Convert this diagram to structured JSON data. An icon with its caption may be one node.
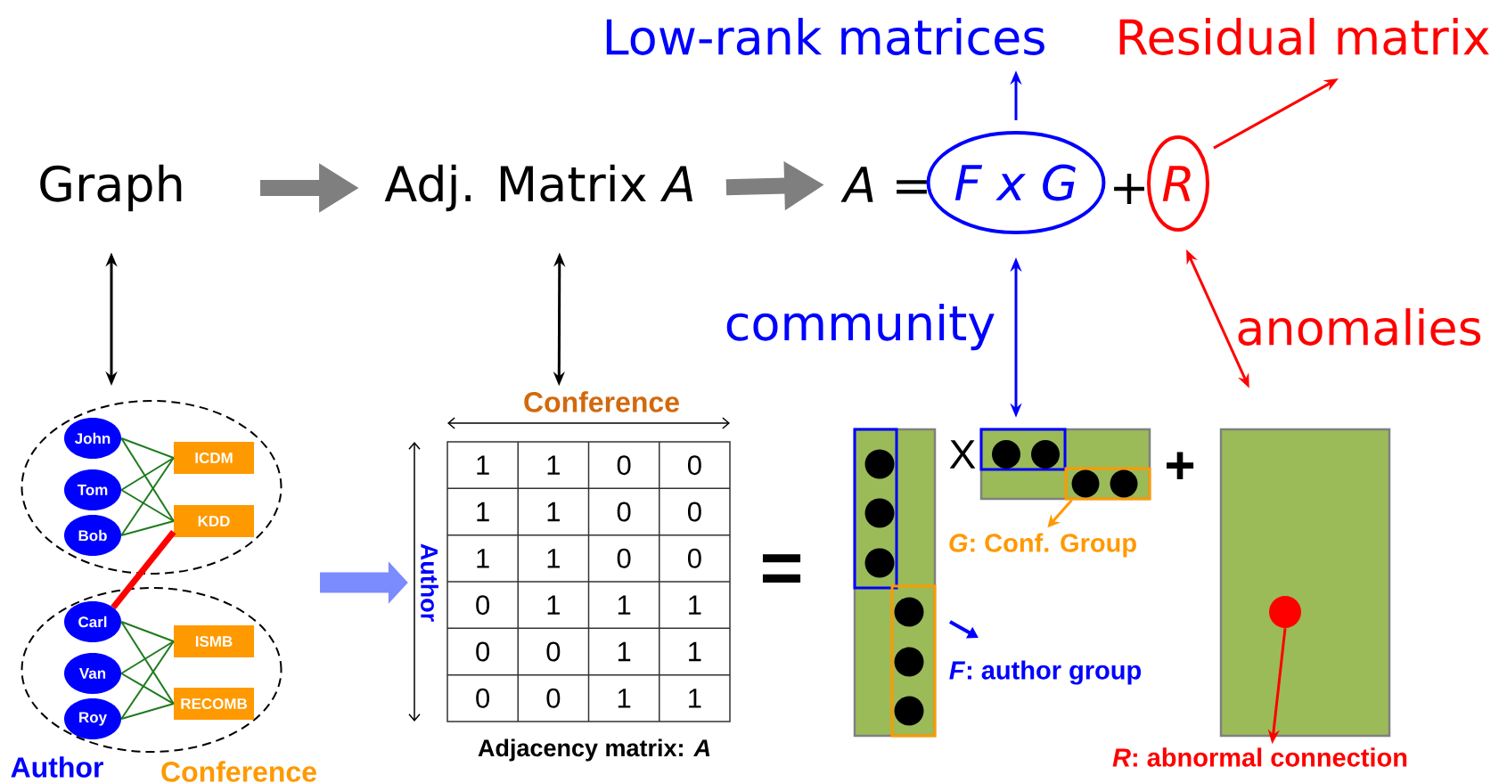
{
  "diagram": {
    "nodes": [
      {
        "text": [
          "Graph"
        ]
      },
      {
        "text": [
          "Adj. Matrix *A*"
        ]
      },
      {
        "text": [
          "A ="
        ]
      },
      {
        "text": [
          "F x G"
        ]
      },
      {
        "text": [
          "R"
        ]
      },
      {
        "text": [
          "Low-rank matrices"
        ]
      },
      {
        "text": [
          "Residual matrix"
        ]
      },
      {
        "text": [],
        "shape": "ellipse"
      },
      {
        "text": [
          "John"
        ],
        "in": 7
      },
      {
        "text": [
          "Tom"
        ],
        "in": 7
      },
      {
        "text": [
          "Bob"
        ],
        "in": 7
      },
      {
        "text": [
          "ICDM"
        ],
        "in": 7
      },
      {
        "text": [
          "KDD"
        ],
        "in": 7
      },
      {
        "text": [],
        "shape": "ellipse"
      },
      {
        "text": [
          "Carl"
        ],
        "in": 13
      },
      {
        "text": [
          "Van"
        ],
        "in": 13
      },
      {
        "text": [
          "Roy"
        ],
        "in": 13
      },
      {
        "text": [
          "ISMB"
        ],
        "in": 13
      },
      {
        "text": [
          "RECOMB"
        ],
        "in": 13
      },
      {
        "text": [],
        "shape": "box",
        "beside": [
          "Conference",
          "Adjacency matrix: *A*"
        ]
      },
      {
        "text": [],
        "shape": "box"
      },
      {
        "text": [],
        "shape": "box",
        "in": 20
      },
      {
        "text": [],
        "shape": "box",
        "in": 20
      },
      {
        "text": [],
        "shape": "box"
      },
      {
        "text": [],
        "shape": "box",
        "in": 23
      },
      {
        "text": [],
        "shape": "box",
        "in": 23
      },
      {
        "text": [
          "*G*: Conf. Group"
        ]
      },
      {
        "text": [
          "*F*: author group"
        ]
      },
      {
        "text": [],
        "shape": "box"
      },
      {
        "text": [],
        "shape": "circle",
        "in": 28
      },
      {
        "text": [
          "*R*: abnormal connection"
        ]
      },
      {
        "text": [
          "Author"
        ]
      }
    ],
    "edges": [
      {
        "from": 0,
        "to": 1,
        "arrow": "to",
        "style": "thick",
        "color": "#7f7f7f"
      },
      {
        "from": 1,
        "to": 2,
        "arrow": "to",
        "style": "thick",
        "color": "#7f7f7f"
      },
      {
        "from": 3,
        "to": 5,
        "arrow": "to",
        "color": "#0000ff"
      },
      {
        "from": 4,
        "to": 6,
        "arrow": "to",
        "color": "#ff0000"
      },
      {
        "from": 3,
        "to": 23,
        "arrow": "both",
        "label": "community",
        "color": "#0000ff"
      },
      {
        "from": 4,
        "to": 28,
        "arrow": "both",
        "label": "anomalies",
        "color": "#ff0000"
      },
      {
        "from": 0,
        "to": 7,
        "arrow": "both",
        "color": "#000000"
      },
      {
        "from": 1,
        "to": 19,
        "arrow": "both",
        "color": "#000000"
      },
      {
        "from": null,
        "to": 31,
        "arrow": "to",
        "style": "thick",
        "color": "#7b8cff"
      },
      {
        "from": 8,
        "to": 11,
        "arrow": "none"
      },
      {
        "from": 8,
        "to": 12,
        "arrow": "none"
      },
      {
        "from": 9,
        "to": 11,
        "arrow": "none"
      },
      {
        "from": 9,
        "to": 12,
        "arrow": "none"
      },
      {
        "from": 10,
        "to": 11,
        "arrow": "none"
      },
      {
        "from": 10,
        "to": 12,
        "arrow": "none"
      },
      {
        "from": 14,
        "to": 12,
        "arrow": "none",
        "style": "thick",
        "color": "#ff0000"
      },
      {
        "from": 14,
        "to": 17,
        "arrow": "none"
      },
      {
        "from": 14,
        "to": 18,
        "arrow": "none"
      },
      {
        "from": 15,
        "to": 17,
        "arrow": "none"
      },
      {
        "from": 15,
        "to": 18,
        "arrow": "none"
      },
      {
        "from": 16,
        "to": 17,
        "arrow": "none"
      },
      {
        "from": 16,
        "to": 18,
        "arrow": "none"
      },
      {
        "from": 25,
        "to": 26,
        "arrow": "to",
        "color": "#ff9900"
      },
      {
        "from": 29,
        "to": 30,
        "arrow": "to",
        "color": "#ff0000"
      }
    ],
    "labels": [
      "+",
      "1",
      "1",
      "0",
      "0",
      "X",
      "+",
      "1",
      "1",
      "0",
      "0",
      "1",
      "1",
      "0",
      "0",
      "0",
      "1",
      "1",
      "1",
      "0",
      "0",
      "1",
      "1",
      "0",
      "0",
      "1",
      "1",
      "=",
      "Author",
      "Conference"
    ]
  }
}
